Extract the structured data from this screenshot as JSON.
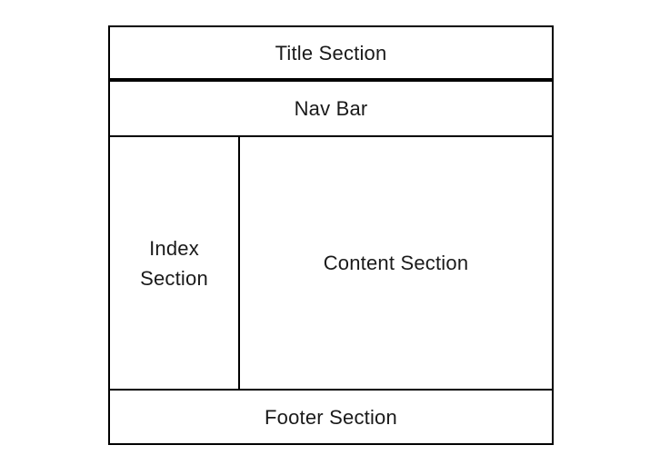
{
  "diagram": {
    "description": "Webpage layout wireframe diagram",
    "title_label": "Title Section",
    "nav_label": "Nav Bar",
    "index_label": "Index\nSection",
    "content_label": "Content Section",
    "footer_label": "Footer Section"
  },
  "colors": {
    "background": "#ffffff",
    "border": "#000000",
    "text": "#1a1a1a"
  }
}
